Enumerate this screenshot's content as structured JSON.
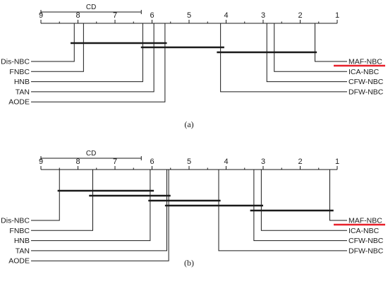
{
  "chart_data": [
    {
      "type": "critical-difference-diagram",
      "panel_label": "(a)",
      "cd_label": "CD",
      "cd_value": 2.71,
      "axis": {
        "min": 1,
        "max": 9,
        "reversed": true,
        "ticks": [
          9,
          8,
          7,
          6,
          5,
          4,
          3,
          2,
          1
        ]
      },
      "methods": [
        {
          "name": "Dis-NBC",
          "rank": 8.1,
          "side": "left",
          "highlight": false
        },
        {
          "name": "FNBC",
          "rank": 7.85,
          "side": "left",
          "highlight": false
        },
        {
          "name": "HNB",
          "rank": 6.25,
          "side": "left",
          "highlight": false
        },
        {
          "name": "TAN",
          "rank": 5.95,
          "side": "left",
          "highlight": false
        },
        {
          "name": "AODE",
          "rank": 5.65,
          "side": "left",
          "highlight": false
        },
        {
          "name": "MAF-NBC",
          "rank": 1.6,
          "side": "right",
          "highlight": true
        },
        {
          "name": "ICA-NBC",
          "rank": 2.7,
          "side": "right",
          "highlight": false
        },
        {
          "name": "CFW-NBC",
          "rank": 2.9,
          "side": "right",
          "highlight": false
        },
        {
          "name": "DFW-NBC",
          "rank": 4.15,
          "side": "right",
          "highlight": false
        }
      ],
      "cliques": [
        {
          "from": 8.2,
          "to": 5.6
        },
        {
          "from": 6.3,
          "to": 4.05
        },
        {
          "from": 4.25,
          "to": 1.55
        }
      ]
    },
    {
      "type": "critical-difference-diagram",
      "panel_label": "(b)",
      "cd_label": "CD",
      "cd_value": 2.71,
      "axis": {
        "min": 1,
        "max": 9,
        "reversed": true,
        "ticks": [
          9,
          8,
          7,
          6,
          5,
          4,
          3,
          2,
          1
        ]
      },
      "methods": [
        {
          "name": "Dis-NBC",
          "rank": 8.5,
          "side": "left",
          "highlight": false
        },
        {
          "name": "FNBC",
          "rank": 7.6,
          "side": "left",
          "highlight": false
        },
        {
          "name": "HNB",
          "rank": 6.05,
          "side": "left",
          "highlight": false
        },
        {
          "name": "TAN",
          "rank": 5.6,
          "side": "left",
          "highlight": false
        },
        {
          "name": "AODE",
          "rank": 5.55,
          "side": "left",
          "highlight": false
        },
        {
          "name": "MAF-NBC",
          "rank": 1.2,
          "side": "right",
          "highlight": true
        },
        {
          "name": "ICA-NBC",
          "rank": 3.05,
          "side": "right",
          "highlight": false
        },
        {
          "name": "CFW-NBC",
          "rank": 3.25,
          "side": "right",
          "highlight": false
        },
        {
          "name": "DFW-NBC",
          "rank": 4.2,
          "side": "right",
          "highlight": false
        }
      ],
      "cliques": [
        {
          "from": 8.55,
          "to": 5.95
        },
        {
          "from": 7.7,
          "to": 5.5
        },
        {
          "from": 6.1,
          "to": 4.15
        },
        {
          "from": 5.65,
          "to": 3.0
        },
        {
          "from": 3.35,
          "to": 1.1
        }
      ]
    }
  ],
  "colors": {
    "axis": "#1a1a1a",
    "highlight": "#e8202a"
  }
}
